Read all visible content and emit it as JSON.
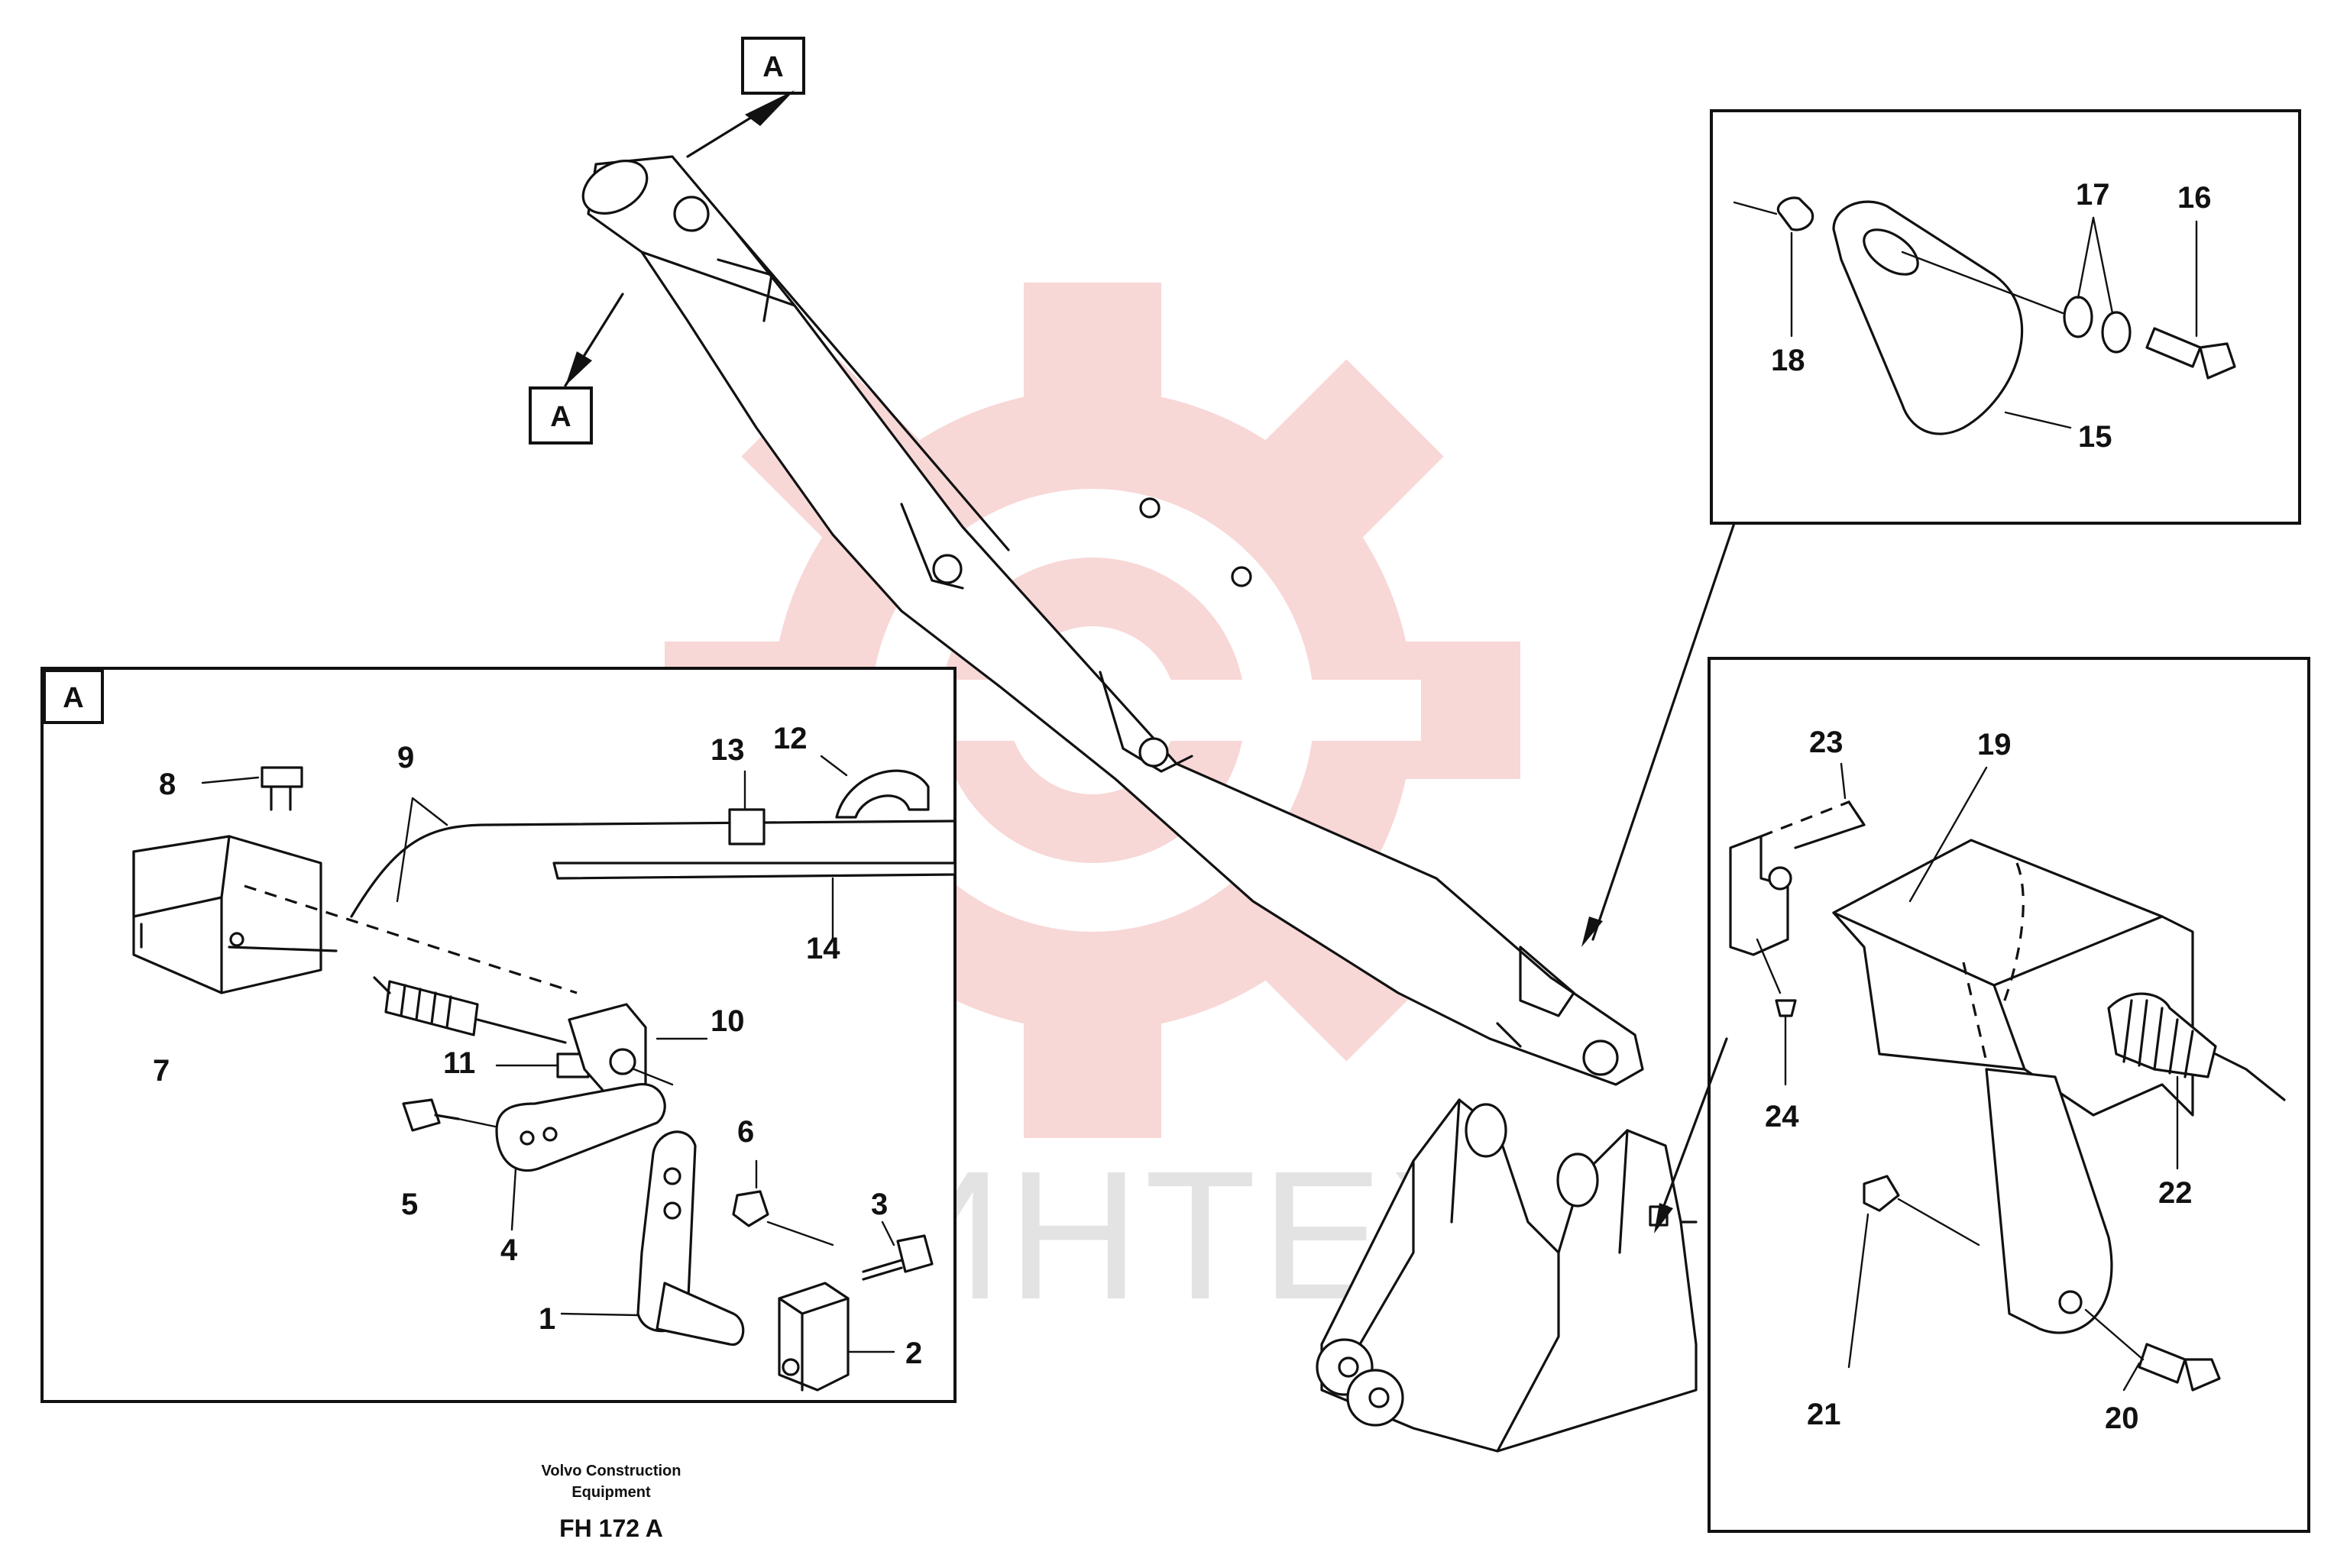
{
  "view_labels": {
    "a": "A"
  },
  "callouts": {
    "c1": "1",
    "c2": "2",
    "c3": "3",
    "c4": "4",
    "c5": "5",
    "c6": "6",
    "c7": "7",
    "c8": "8",
    "c9": "9",
    "c10": "10",
    "c11": "11",
    "c12": "12",
    "c13": "13",
    "c14": "14",
    "c15": "15",
    "c16": "16",
    "c17": "17",
    "c18": "18",
    "c19": "19",
    "c20": "20",
    "c21": "21",
    "c22": "22",
    "c23": "23",
    "c24": "24"
  },
  "footer": {
    "line1": "Volvo Construction",
    "line2": "Equipment",
    "code": "FH 172 A"
  },
  "watermark": {
    "text": "ИНТЕХ",
    "color": "#f4b7b7"
  },
  "colors": {
    "ink": "#111111",
    "watermark": "#f4b7b7"
  }
}
